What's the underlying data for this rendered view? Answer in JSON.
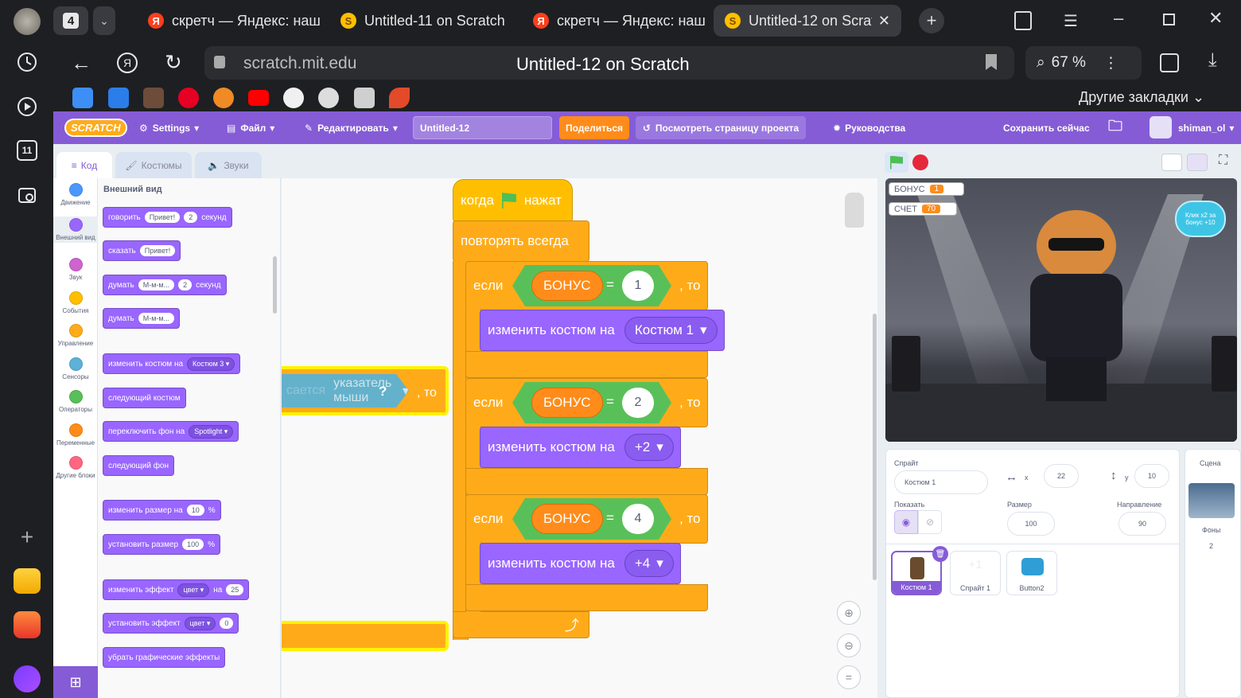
{
  "browser": {
    "tab_count": "4",
    "tabs": [
      {
        "title": "скретч — Яндекс: наш",
        "favicon": "yandex-icon"
      },
      {
        "title": "Untitled-11 on Scratch",
        "favicon": "scratch-icon"
      },
      {
        "title": "скретч — Яндекс: наш",
        "favicon": "yandex-icon"
      },
      {
        "title": "Untitled-12 on Scratch",
        "favicon": "scratch-icon"
      }
    ],
    "url": "scratch.mit.edu",
    "page_title": "Untitled-12 on Scratch",
    "zoom": "67 %",
    "bookmarks_folder": "Другие закладки",
    "sidebar_badge": "11"
  },
  "scratch_menu": {
    "logo": "SCRATCH",
    "settings": "Settings",
    "file": "Файл",
    "edit": "Редактировать",
    "project_title": "Untitled-12",
    "share": "Поделиться",
    "see_project_page": "Посмотреть страницу проекта",
    "tutorials": "Руководства",
    "save_now": "Сохранить сейчас",
    "username": "shiman_ol"
  },
  "editor_tabs": {
    "code": "Код",
    "costumes": "Костюмы",
    "sounds": "Звуки"
  },
  "categories": [
    {
      "label": "Движение",
      "color": "#4c97ff"
    },
    {
      "label": "Внешний вид",
      "color": "#9966ff"
    },
    {
      "label": "Звук",
      "color": "#cf63cf"
    },
    {
      "label": "События",
      "color": "#ffbf00"
    },
    {
      "label": "Управление",
      "color": "#ffab19"
    },
    {
      "label": "Сенсоры",
      "color": "#5cb1d6"
    },
    {
      "label": "Операторы",
      "color": "#59c059"
    },
    {
      "label": "Переменные",
      "color": "#ff8c1a"
    },
    {
      "label": "Другие блоки",
      "color": "#ff6680"
    }
  ],
  "palette": {
    "heading": "Внешний вид",
    "say_for": {
      "text": "говорить",
      "msg": "Привет!",
      "secs": "2",
      "unit": "секунд"
    },
    "say": {
      "text": "сказать",
      "msg": "Привет!"
    },
    "think_for": {
      "text": "думать",
      "msg": "М-м-м...",
      "secs": "2",
      "unit": "секунд"
    },
    "think": {
      "text": "думать",
      "msg": "М-м-м..."
    },
    "switch_costume": {
      "text": "изменить костюм на",
      "value": "Костюм 3"
    },
    "next_costume": "следующий костюм",
    "switch_backdrop": {
      "text": "переключить фон на",
      "value": "Spotlight"
    },
    "next_backdrop": "следующий фон",
    "change_size": {
      "text": "изменить размер на",
      "value": "10",
      "unit": "%"
    },
    "set_size": {
      "text": "установить размер",
      "value": "100",
      "unit": "%"
    },
    "change_effect": {
      "text": "изменить эффект",
      "effect": "цвет",
      "by": "на",
      "value": "25"
    },
    "set_effect": {
      "text": "установить эффект",
      "effect": "цвет",
      "value": "0"
    },
    "clear_effects": "убрать графические эффекты"
  },
  "script": {
    "hat": {
      "prefix": "когда",
      "suffix": "нажат"
    },
    "forever": "повторять всегда",
    "if_label": "если",
    "then_label": ", то",
    "variable": "БОНУС",
    "equals": "=",
    "action": "изменить костюм на",
    "branches": [
      {
        "compare": "1",
        "costume": "Костюм 1"
      },
      {
        "compare": "2",
        "costume": "+2"
      },
      {
        "compare": "4",
        "costume": "+4"
      }
    ],
    "dragged_block": {
      "text_a": "сается",
      "text_b": "указатель мыши",
      "q": "?",
      "then": ", то"
    }
  },
  "stage": {
    "hud_bonus_label": "БОНУС",
    "hud_bonus_value": "1",
    "hud_score_label": "СЧЕТ",
    "hud_score_value": "70",
    "click_badge": "Клик x2 за бонус +10"
  },
  "sprite_info": {
    "sprite_label": "Спрайт",
    "sprite_name": "Костюм 1",
    "x_label": "x",
    "x": "22",
    "y_label": "y",
    "y": "10",
    "show_label": "Показать",
    "size_label": "Размер",
    "size": "100",
    "direction_label": "Направление",
    "direction": "90",
    "sprites": [
      "Костюм 1",
      "Спрайт 1",
      "Button2"
    ],
    "stage_label": "Сцена",
    "backdrops_label": "Фоны",
    "backdrops_count": "2"
  }
}
